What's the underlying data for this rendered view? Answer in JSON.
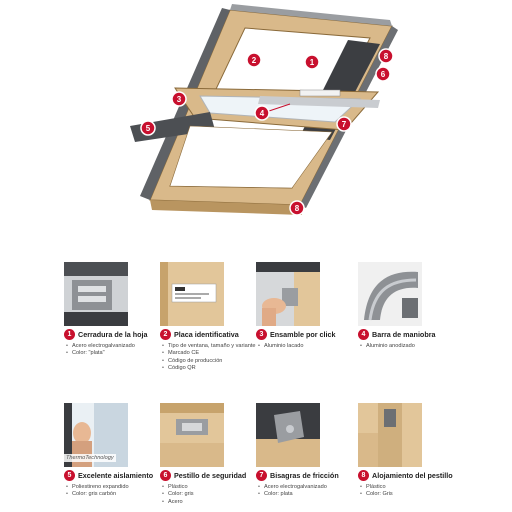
{
  "callouts": [
    "1",
    "2",
    "3",
    "4",
    "5",
    "6",
    "7",
    "8",
    "8"
  ],
  "features": [
    {
      "number": "1",
      "title": "Cerradura de la hoja",
      "icon": "latch-photo-icon",
      "specs": [
        "Acero electrogalvanizado",
        "Color: \"plata\""
      ]
    },
    {
      "number": "2",
      "title": "Placa identificativa",
      "icon": "id-plate-photo-icon",
      "specs": [
        "Tipo de ventana, tamaño y variante",
        "Marcado CE",
        "Código de producción",
        "Código QR"
      ]
    },
    {
      "number": "3",
      "title": "Ensamble por click",
      "icon": "click-assembly-photo-icon",
      "specs": [
        "Aluminio lacado"
      ]
    },
    {
      "number": "4",
      "title": "Barra de maniobra",
      "icon": "control-bar-photo-icon",
      "specs": [
        "Aluminio anodizado"
      ]
    },
    {
      "number": "5",
      "title": "Excelente aislamiento",
      "icon": "insulation-photo-icon",
      "overlay": "ThermoTechnology",
      "specs": [
        "Poliestireno expandido",
        "Color: gris carbón"
      ]
    },
    {
      "number": "6",
      "title": "Pestillo de seguridad",
      "icon": "safety-latch-photo-icon",
      "specs": [
        "Plástico",
        "Color: gris",
        "Acero"
      ]
    },
    {
      "number": "7",
      "title": "Bisagras de fricción",
      "icon": "friction-hinge-photo-icon",
      "specs": [
        "Acero electrogalvanizado",
        "Color: plata"
      ]
    },
    {
      "number": "8",
      "title": "Alojamiento del pestillo",
      "icon": "latch-housing-photo-icon",
      "specs": [
        "Plástico",
        "Color: Gris"
      ]
    }
  ],
  "colors": {
    "accent": "#c8102e",
    "wood": "#e8c99a",
    "metal": "#8a8d91"
  }
}
